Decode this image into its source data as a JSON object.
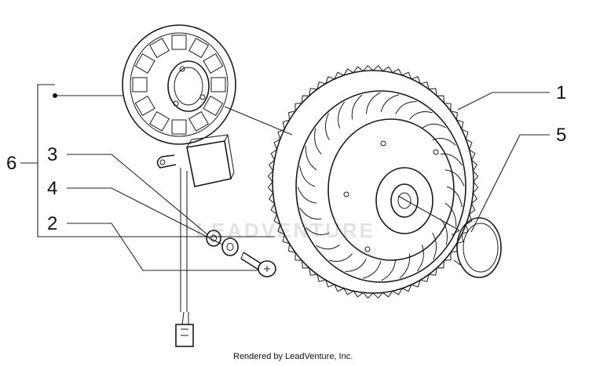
{
  "callouts": {
    "c1": "1",
    "c2": "2",
    "c3": "3",
    "c4": "4",
    "c5": "5",
    "c6": "6"
  },
  "watermark": "LEADVENTURE",
  "credit": "Rendered by LeadVenture, Inc."
}
